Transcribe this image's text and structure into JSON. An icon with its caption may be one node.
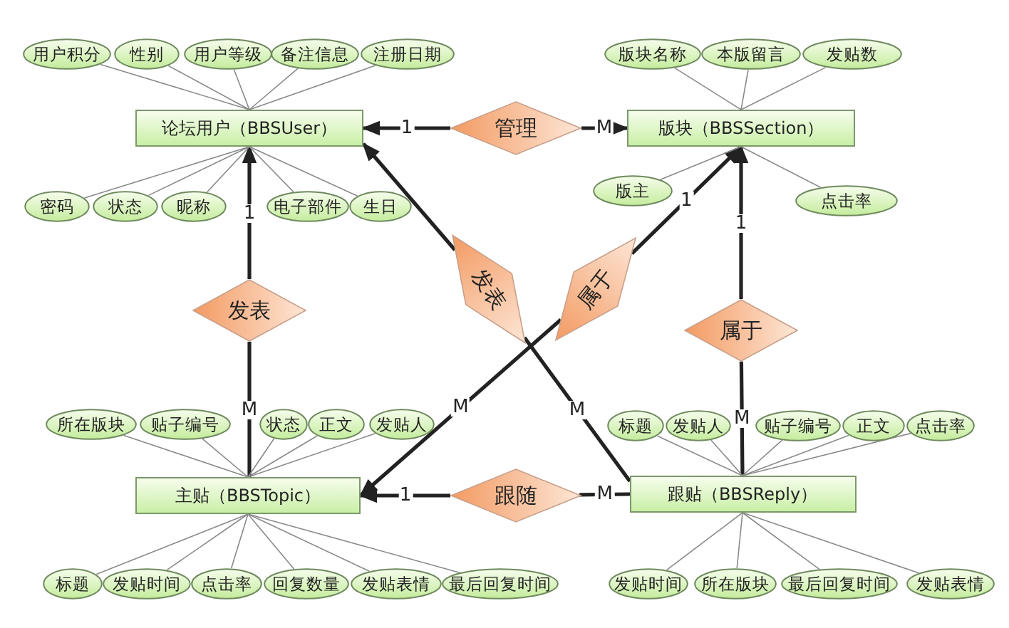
{
  "diagram": {
    "nodes": [
      {
        "text": [
          "用户积分"
        ]
      },
      {
        "text": [
          "性别"
        ]
      },
      {
        "text": [
          "用户等级"
        ]
      },
      {
        "text": [
          "备注信息"
        ]
      },
      {
        "text": [
          "注册日期"
        ]
      },
      {
        "text": [
          "版块名称"
        ]
      },
      {
        "text": [
          "本版留言"
        ]
      },
      {
        "text": [
          "发贴数"
        ]
      },
      {
        "text": [
          "论坛用户（BBSUser）"
        ]
      },
      {
        "text": [
          "管理"
        ]
      },
      {
        "text": [
          "版块（BBSSection）"
        ]
      },
      {
        "text": [
          "密码"
        ]
      },
      {
        "text": [
          "状态"
        ]
      },
      {
        "text": [
          "昵称"
        ]
      },
      {
        "text": [
          "电子部件"
        ]
      },
      {
        "text": [
          "生日"
        ]
      },
      {
        "text": [
          "版主"
        ]
      },
      {
        "text": [
          "点击率"
        ]
      },
      {
        "text": [
          "发表"
        ]
      },
      {
        "text": [
          "发表"
        ]
      },
      {
        "text": [
          "属于"
        ]
      },
      {
        "text": [
          "属于"
        ]
      },
      {
        "text": [
          "所在版块"
        ]
      },
      {
        "text": [
          "贴子编号"
        ]
      },
      {
        "text": [
          "状态"
        ]
      },
      {
        "text": [
          "正文"
        ]
      },
      {
        "text": [
          "发贴人"
        ]
      },
      {
        "text": [
          "标题"
        ]
      },
      {
        "text": [
          "发贴人"
        ]
      },
      {
        "text": [
          "贴子编号"
        ]
      },
      {
        "text": [
          "正文"
        ]
      },
      {
        "text": [
          "点击率"
        ]
      },
      {
        "text": [
          "主贴（BBSTopic）"
        ]
      },
      {
        "text": [
          "跟随"
        ]
      },
      {
        "text": [
          "跟贴（BBSReply）"
        ]
      },
      {
        "text": [
          "标题"
        ]
      },
      {
        "text": [
          "发贴时间"
        ]
      },
      {
        "text": [
          "点击率"
        ]
      },
      {
        "text": [
          "回复数量"
        ]
      },
      {
        "text": [
          "发贴表情"
        ]
      },
      {
        "text": [
          "最后回复时间"
        ]
      },
      {
        "text": [
          "发贴时间"
        ]
      },
      {
        "text": [
          "所在版块"
        ]
      },
      {
        "text": [
          "最后回复时间"
        ]
      },
      {
        "text": [
          "发贴表情"
        ]
      }
    ],
    "edges": [
      {
        "from": 9,
        "to": 8,
        "arrow": "to",
        "label": "1",
        "style": "thick",
        "color": "#222222"
      },
      {
        "from": 9,
        "to": 10,
        "arrow": "to",
        "label": "M",
        "style": "thick",
        "color": "#222222"
      },
      {
        "from": 18,
        "to": 8,
        "arrow": "to",
        "label": "1",
        "style": "thick",
        "color": "#222222"
      },
      {
        "from": 18,
        "to": 32,
        "arrow": "none",
        "label": "M",
        "style": "thick",
        "color": "#222222"
      },
      {
        "from": 19,
        "to": 8,
        "arrow": "to",
        "style": "thick",
        "color": "#222222"
      },
      {
        "from": 19,
        "to": 34,
        "arrow": "none",
        "label": "M",
        "style": "thick",
        "color": "#222222"
      },
      {
        "from": 20,
        "to": 10,
        "arrow": "to",
        "label": "1",
        "style": "thick",
        "color": "#222222"
      },
      {
        "from": 20,
        "to": 32,
        "arrow": "to",
        "label": "M",
        "style": "thick",
        "color": "#222222"
      },
      {
        "from": 21,
        "to": 10,
        "arrow": "to",
        "label": "1",
        "style": "thick",
        "color": "#222222"
      },
      {
        "from": 21,
        "to": 34,
        "arrow": "none",
        "label": "M",
        "style": "thick",
        "color": "#222222"
      },
      {
        "from": 33,
        "to": 32,
        "arrow": "to",
        "label": "1",
        "style": "thick",
        "color": "#222222"
      },
      {
        "from": 33,
        "to": 34,
        "arrow": "none",
        "label": "M",
        "style": "thick",
        "color": "#222222"
      },
      {
        "from": 0,
        "to": 8,
        "arrow": "none"
      },
      {
        "from": 1,
        "to": 8,
        "arrow": "none"
      },
      {
        "from": 2,
        "to": 8,
        "arrow": "none"
      },
      {
        "from": 3,
        "to": 8,
        "arrow": "none"
      },
      {
        "from": 4,
        "to": 8,
        "arrow": "none"
      },
      {
        "from": 5,
        "to": 10,
        "arrow": "none"
      },
      {
        "from": 6,
        "to": 10,
        "arrow": "none"
      },
      {
        "from": 7,
        "to": 10,
        "arrow": "none"
      },
      {
        "from": 11,
        "to": 8,
        "arrow": "none"
      },
      {
        "from": 12,
        "to": 8,
        "arrow": "none"
      },
      {
        "from": 13,
        "to": 8,
        "arrow": "none"
      },
      {
        "from": 14,
        "to": 8,
        "arrow": "none"
      },
      {
        "from": 15,
        "to": 8,
        "arrow": "none"
      },
      {
        "from": 16,
        "to": 10,
        "arrow": "none"
      },
      {
        "from": 17,
        "to": 10,
        "arrow": "none"
      },
      {
        "from": 22,
        "to": 32,
        "arrow": "none"
      },
      {
        "from": 23,
        "to": 32,
        "arrow": "none"
      },
      {
        "from": 24,
        "to": 32,
        "arrow": "none"
      },
      {
        "from": 25,
        "to": 32,
        "arrow": "none"
      },
      {
        "from": 26,
        "to": 32,
        "arrow": "none"
      },
      {
        "from": 27,
        "to": 34,
        "arrow": "none"
      },
      {
        "from": 28,
        "to": 34,
        "arrow": "none"
      },
      {
        "from": 29,
        "to": 34,
        "arrow": "none"
      },
      {
        "from": 30,
        "to": 34,
        "arrow": "none"
      },
      {
        "from": 31,
        "to": 34,
        "arrow": "none"
      },
      {
        "from": 35,
        "to": 32,
        "arrow": "none"
      },
      {
        "from": 36,
        "to": 32,
        "arrow": "none"
      },
      {
        "from": 37,
        "to": 32,
        "arrow": "none"
      },
      {
        "from": 38,
        "to": 32,
        "arrow": "none"
      },
      {
        "from": 39,
        "to": 32,
        "arrow": "none"
      },
      {
        "from": 40,
        "to": 32,
        "arrow": "none"
      },
      {
        "from": 41,
        "to": 34,
        "arrow": "none"
      },
      {
        "from": 42,
        "to": 34,
        "arrow": "none"
      },
      {
        "from": 43,
        "to": 34,
        "arrow": "none"
      },
      {
        "from": 44,
        "to": 34,
        "arrow": "none"
      }
    ]
  }
}
